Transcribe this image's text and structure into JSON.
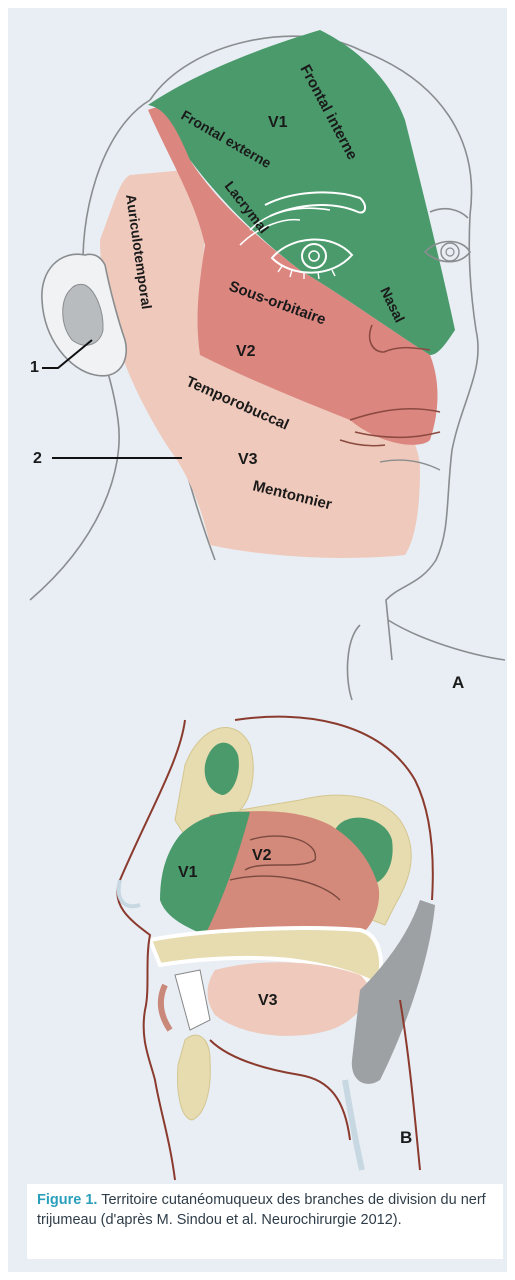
{
  "figure": {
    "panel_a": {
      "letter": "A",
      "regions": {
        "v1": "V1",
        "v2": "V2",
        "v3": "V3"
      },
      "labels": {
        "frontal_interne": "Frontal interne",
        "frontal_externe": "Frontal externe",
        "lacrymal": "Lacrymal",
        "nasal": "Nasal",
        "auriculotemporal": "Auriculotemporal",
        "sous_orbitaire": "Sous-orbitaire",
        "temporobuccal": "Temporobuccal",
        "mentonnier": "Mentonnier"
      },
      "callouts": {
        "one": "1",
        "two": "2"
      }
    },
    "panel_b": {
      "letter": "B",
      "regions": {
        "v1": "V1",
        "v2": "V2",
        "v3": "V3"
      }
    }
  },
  "caption": {
    "label": "Figure 1.",
    "text": " Territoire cutanéomuqueux des branches de division du nerf trijumeau (d'après M. Sindou et al. Neurochirurgie 2012)."
  },
  "colors": {
    "background": "#e8eef3",
    "v1_green": "#4a9a6c",
    "v2_red": "#dc8680",
    "v3_pink": "#efc9bb",
    "bone": "#e6dcb0",
    "accent": "#2a9fbc"
  }
}
